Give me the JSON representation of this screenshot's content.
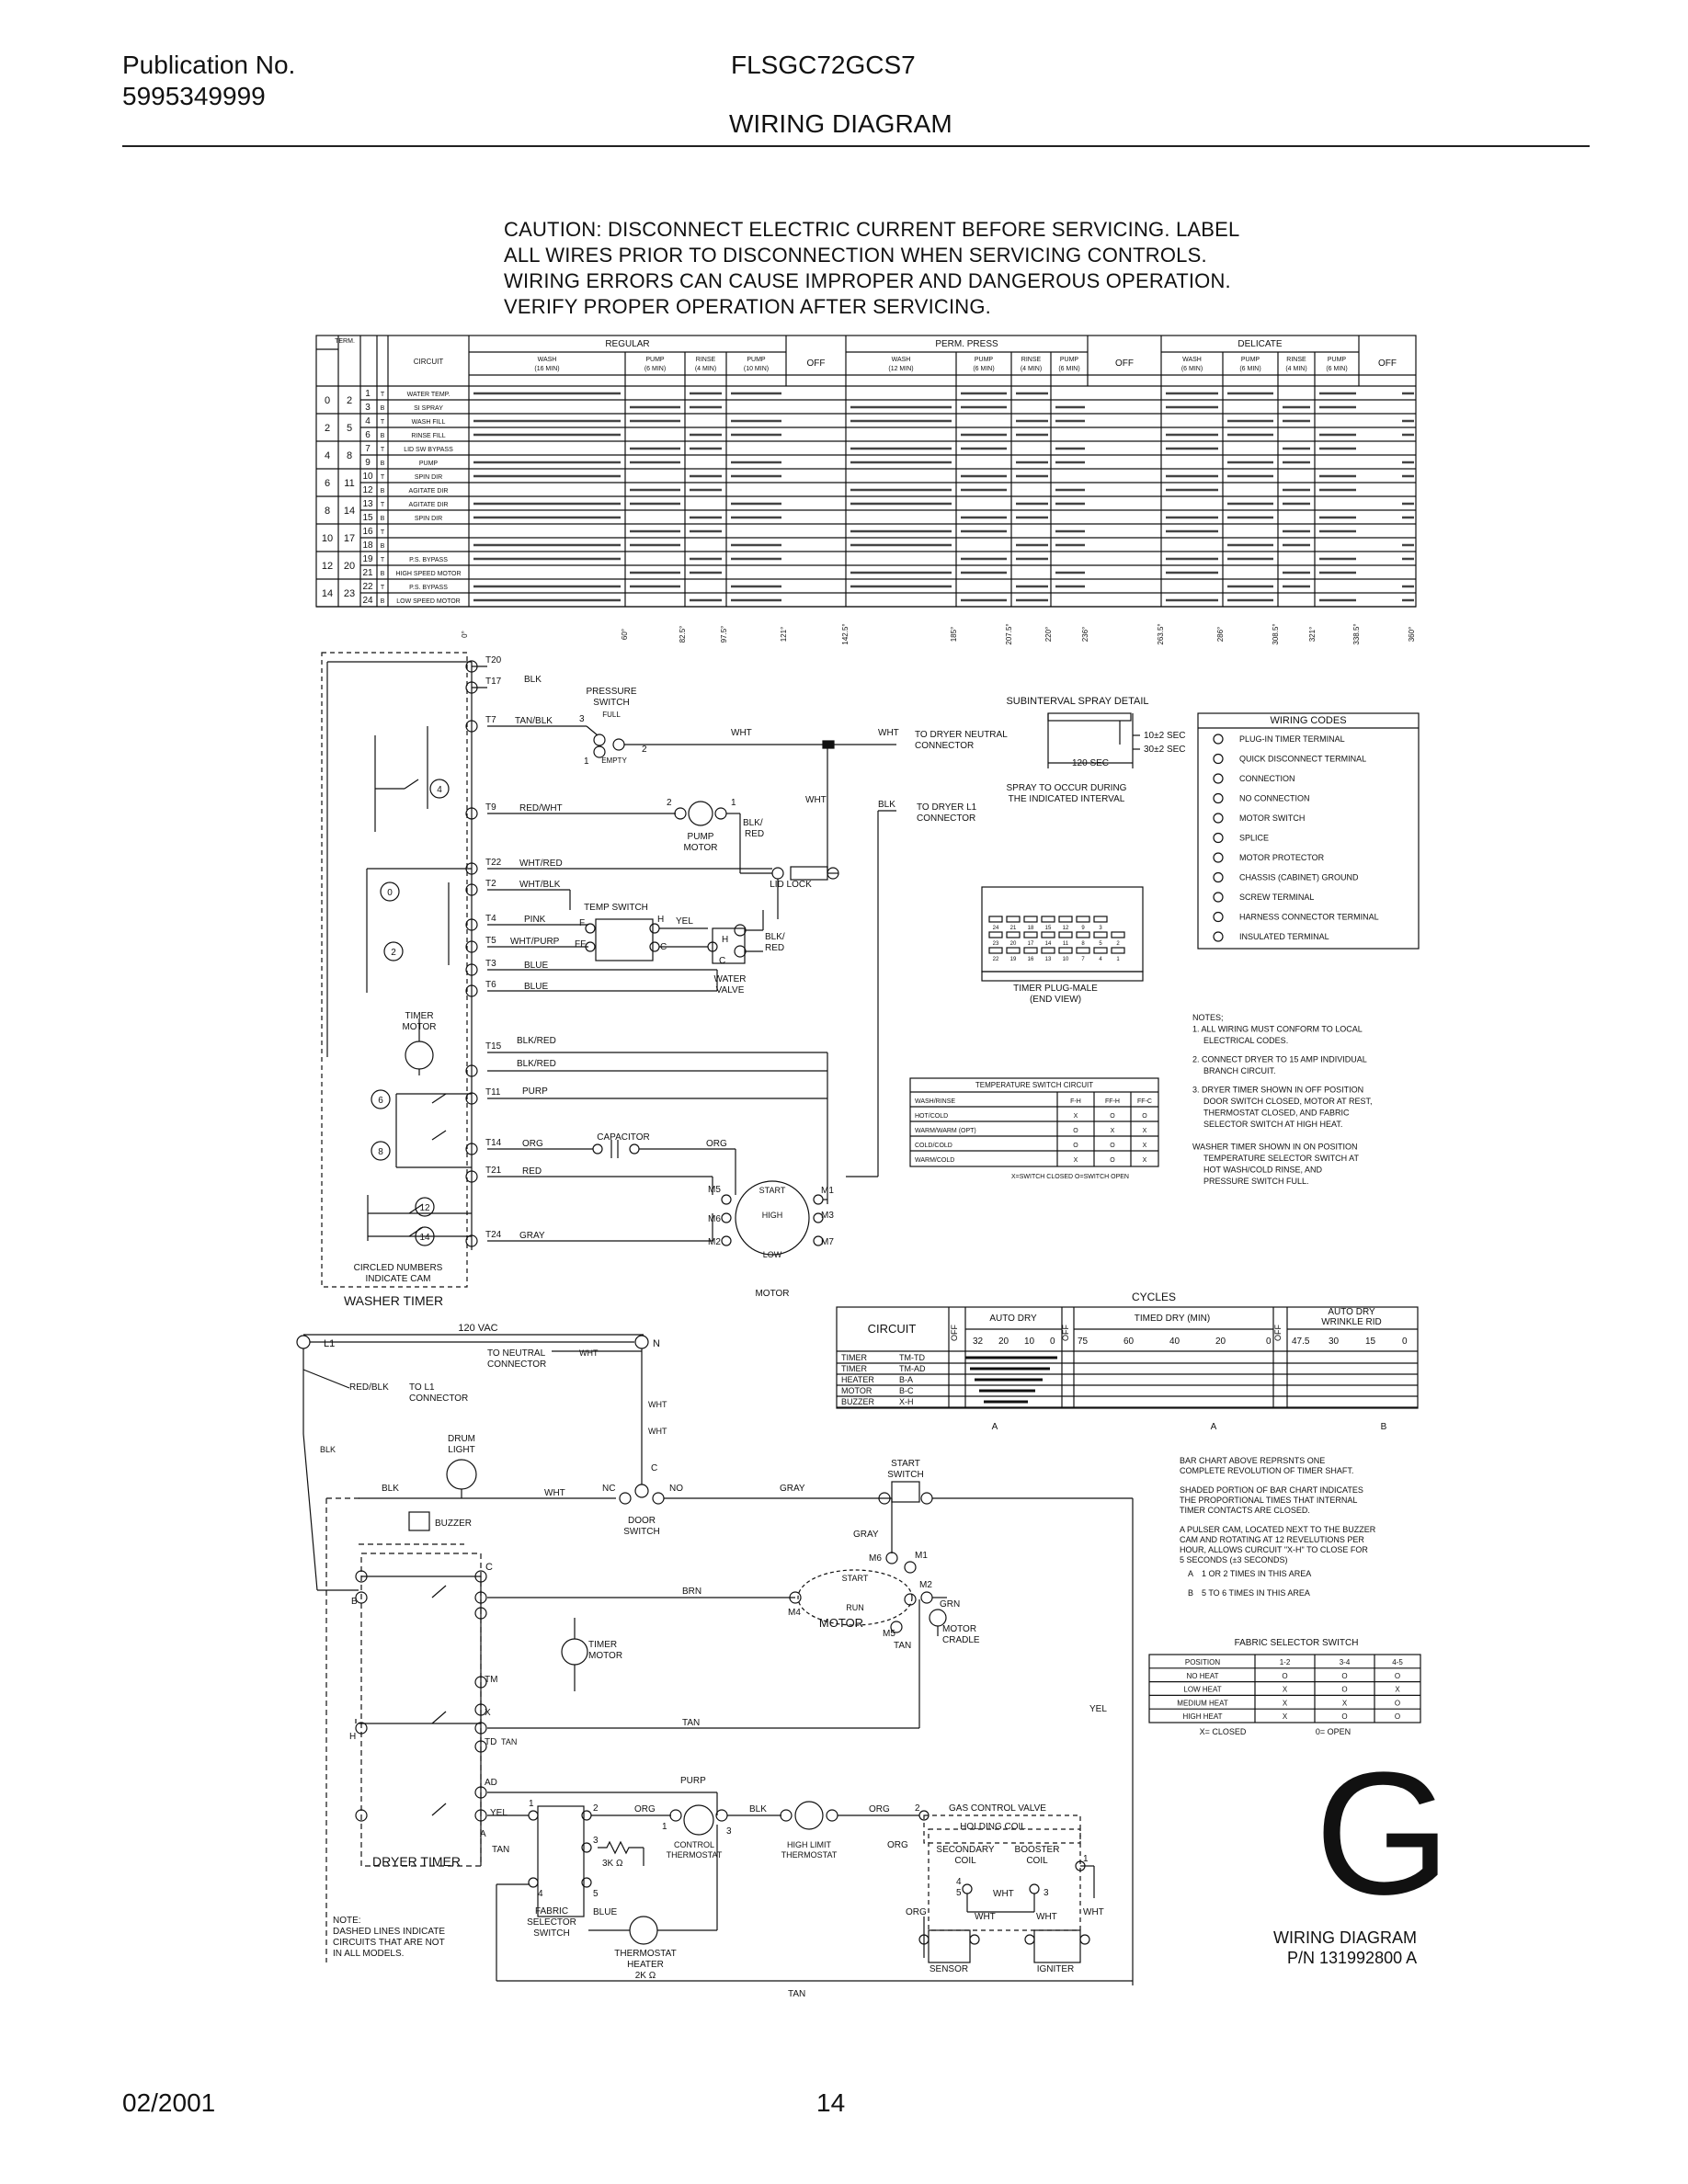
{
  "header": {
    "pub_label": "Publication No.",
    "pub_number": "5995349999",
    "model": "FLSGC72GCS7",
    "title": "WIRING DIAGRAM"
  },
  "caution": [
    "CAUTION: DISCONNECT ELECTRIC CURRENT BEFORE SERVICING. LABEL",
    "ALL WIRES PRIOR TO DISCONNECTION WHEN SERVICING CONTROLS.",
    "WIRING ERRORS CAN CAUSE IMPROPER AND DANGEROUS OPERATION.",
    "VERIFY PROPER OPERATION AFTER SERVICING."
  ],
  "washer_chart": {
    "col_term": "TERM.",
    "col_circuit": "CIRCUIT",
    "groups": [
      {
        "name": "REGULAR",
        "phases": [
          "WASH (16 MIN)",
          "PUMP (6 MIN)",
          "RINSE (4 MIN)",
          "PUMP (10 MIN)"
        ]
      },
      {
        "name": "OFF",
        "phases": []
      },
      {
        "name": "PERM. PRESS",
        "phases": [
          "WASH (12 MIN)",
          "PUMP (6 MIN)",
          "RINSE (4 MIN)",
          "PUMP (6 MIN)"
        ]
      },
      {
        "name": "OFF",
        "phases": []
      },
      {
        "name": "DELICATE",
        "phases": [
          "WASH (6 MIN)",
          "PUMP (6 MIN)",
          "RINSE (4 MIN)",
          "PUMP (6 MIN)"
        ]
      },
      {
        "name": "OFF",
        "phases": []
      }
    ],
    "rows": [
      {
        "cam": "0",
        "pair": "2",
        "t": "1",
        "c": "T",
        "circuit": "WATER TEMP."
      },
      {
        "cam": "",
        "pair": "",
        "t": "3",
        "c": "B",
        "circuit": "SI SPRAY"
      },
      {
        "cam": "2",
        "pair": "5",
        "t": "4",
        "c": "T",
        "circuit": "WASH FILL"
      },
      {
        "cam": "",
        "pair": "",
        "t": "6",
        "c": "B",
        "circuit": "RINSE FILL"
      },
      {
        "cam": "4",
        "pair": "8",
        "t": "7",
        "c": "T",
        "circuit": "LID SW BYPASS"
      },
      {
        "cam": "",
        "pair": "",
        "t": "9",
        "c": "B",
        "circuit": "PUMP"
      },
      {
        "cam": "6",
        "pair": "11",
        "t": "10",
        "c": "T",
        "circuit": "SPIN DIR"
      },
      {
        "cam": "",
        "pair": "",
        "t": "12",
        "c": "B",
        "circuit": "AGITATE DIR"
      },
      {
        "cam": "8",
        "pair": "14",
        "t": "13",
        "c": "T",
        "circuit": "AGITATE DIR"
      },
      {
        "cam": "",
        "pair": "",
        "t": "15",
        "c": "B",
        "circuit": "SPIN DIR"
      },
      {
        "cam": "10",
        "pair": "17",
        "t": "16",
        "c": "T",
        "circuit": ""
      },
      {
        "cam": "",
        "pair": "",
        "t": "18",
        "c": "B",
        "circuit": ""
      },
      {
        "cam": "12",
        "pair": "20",
        "t": "19",
        "c": "T",
        "circuit": "P.S. BYPASS"
      },
      {
        "cam": "",
        "pair": "",
        "t": "21",
        "c": "B",
        "circuit": "HIGH SPEED MOTOR"
      },
      {
        "cam": "14",
        "pair": "23",
        "t": "22",
        "c": "T",
        "circuit": "P.S. BYPASS"
      },
      {
        "cam": "",
        "pair": "",
        "t": "24",
        "c": "B",
        "circuit": "LOW SPEED MOTOR"
      }
    ],
    "degrees": [
      "0°",
      "60°",
      "82.5°",
      "97.5°",
      "121°",
      "142.5°",
      "185°",
      "207.5°",
      "220°",
      "236°",
      "263.5°",
      "286°",
      "308.5°",
      "321°",
      "338.5°",
      "360°"
    ]
  },
  "washer": {
    "terminals": [
      "T20",
      "T17",
      "T7",
      "T9",
      "T22",
      "T2",
      "T4",
      "T5",
      "T3",
      "T6",
      "T15",
      "T11",
      "T14",
      "T21",
      "T24"
    ],
    "wires": {
      "blk": "BLK",
      "tan_blk": "TAN/BLK",
      "red_wht": "RED/WHT",
      "wht_red": "WHT/RED",
      "wht_blk": "WHT/BLK",
      "pink": "PINK",
      "wht_purp": "WHT/PURP",
      "blue": "BLUE",
      "blk_red": "BLK/RED",
      "purp": "PURP",
      "org": "ORG",
      "red": "RED",
      "gray": "GRAY",
      "wht": "WHT",
      "yel": "YEL",
      "blk_red_split": "BLK/ RED"
    },
    "pressure_switch": "PRESSURE SWITCH",
    "full": "FULL",
    "empty": "EMPTY",
    "pump_motor": "PUMP MOTOR",
    "lid_lock": "LID LOCK",
    "temp_switch": "TEMP SWITCH",
    "water_valve": "WATER VALVE",
    "timer_motor": "TIMER MOTOR",
    "capacitor": "CAPACITOR",
    "start": "START",
    "high": "HIGH",
    "low": "LOW",
    "motor": "MOTOR",
    "to_dryer_neutral": "TO DRYER NEUTRAL CONNECTOR",
    "to_dryer_l1": "TO DRYER L1 CONNECTOR",
    "circled_note": "CIRCLED NUMBERS INDICATE CAM",
    "timer_label": "WASHER TIMER",
    "cams": [
      "4",
      "0",
      "2",
      "6",
      "8",
      "12",
      "14"
    ]
  },
  "subinterval": {
    "title": "SUBINTERVAL SPRAY DETAIL",
    "t1": "10±2 SEC",
    "t2": "30±2 SEC",
    "t3": "120 SEC",
    "note": "SPRAY TO OCCUR DURING THE INDICATED INTERVAL"
  },
  "timer_plug": {
    "label": "TIMER PLUG-MALE (END VIEW)",
    "row1": [
      "24",
      "21",
      "18",
      "15",
      "12",
      "9",
      "3"
    ],
    "row2": [
      "23",
      "20",
      "17",
      "14",
      "11",
      "8",
      "5",
      "2"
    ],
    "row3": [
      "22",
      "19",
      "16",
      "13",
      "10",
      "7",
      "4",
      "1"
    ]
  },
  "wiring_codes": {
    "title": "WIRING CODES",
    "items": [
      "PLUG-IN TIMER TERMINAL",
      "QUICK DISCONNECT TERMINAL",
      "CONNECTION",
      "NO CONNECTION",
      "MOTOR SWITCH",
      "SPLICE",
      "MOTOR PROTECTOR",
      "CHASSIS (CABINET) GROUND",
      "SCREW TERMINAL",
      "HARNESS CONNECTOR TERMINAL",
      "INSULATED TERMINAL"
    ]
  },
  "notes": [
    "NOTES;",
    "1. ALL WIRING MUST CONFORM TO LOCAL",
    "ELECTRICAL CODES.",
    "2. CONNECT DRYER TO 15 AMP INDIVIDUAL",
    "BRANCH CIRCUIT.",
    "3. DRYER TIMER  SHOWN IN OFF POSITION",
    "DOOR SWITCH CLOSED, MOTOR AT REST,",
    "THERMOSTAT CLOSED, AND FABRIC",
    "SELECTOR SWITCH AT HIGH HEAT.",
    "WASHER TIMER SHOWN IN ON POSITION",
    "TEMPERATURE SELECTOR SWITCH AT",
    "HOT WASH/COLD RINSE, AND",
    "PRESSURE SWITCH FULL."
  ],
  "temp_switch_table": {
    "title": "TEMPERATURE SWITCH CIRCUIT",
    "headers": [
      "WASH/RINSE",
      "F-H",
      "FF-H",
      "FF-C"
    ],
    "rows": [
      [
        "HOT/COLD",
        "X",
        "O",
        "O"
      ],
      [
        "WARM/WARM (OPT)",
        "O",
        "X",
        "X"
      ],
      [
        "COLD/COLD",
        "O",
        "O",
        "X"
      ],
      [
        "WARM/COLD",
        "X",
        "O",
        "X"
      ]
    ],
    "legend": "X=SWITCH CLOSED    O=SWITCH OPEN"
  },
  "dryer_chart": {
    "cycles": "CYCLES",
    "circuit": "CIRCUIT",
    "off": "OFF",
    "auto_dry": "AUTO DRY",
    "timed_dry": "TIMED DRY (MIN)",
    "auto_dry_wr": "AUTO DRY WRINKLE RID",
    "scale_auto": [
      "32",
      "20",
      "10",
      "0"
    ],
    "scale_timed": [
      "75",
      "60",
      "40",
      "20",
      "0"
    ],
    "scale_wr": [
      "47.5",
      "30",
      "15",
      "0"
    ],
    "rows": [
      [
        "TIMER",
        "TM-TD"
      ],
      [
        "TIMER",
        "TM-AD"
      ],
      [
        "HEATER",
        "B-A"
      ],
      [
        "MOTOR",
        "B-C"
      ],
      [
        "BUZZER",
        "X-H"
      ]
    ],
    "markA": "A",
    "markB": "B"
  },
  "bar_notes": [
    "BAR CHART ABOVE REPRSNTS ONE",
    "COMPLETE REVOLUTION OF TIMER SHAFT.",
    "SHADED PORTION OF BAR CHART INDICATES",
    "THE PROPORTIONAL TIMES THAT INTERNAL",
    "TIMER CONTACTS ARE CLOSED.",
    "A PULSER CAM, LOCATED NEXT TO THE BUZZER",
    "CAM AND ROTATING AT 12 REVELUTIONS PER",
    "HOUR, ALLOWS CURCUIT \"X-H\" TO CLOSE FOR",
    "5 SECONDS (±3 SECONDS)"
  ],
  "pulse_legend": [
    "1 OR 2 TIMES IN THIS AREA",
    "5 TO 6 TIMES IN THIS AREA"
  ],
  "fabric_table": {
    "title": "FABRIC SELECTOR SWITCH",
    "headers": [
      "POSITION",
      "1-2",
      "3-4",
      "4-5"
    ],
    "rows": [
      [
        "NO HEAT",
        "O",
        "O",
        "O"
      ],
      [
        "LOW HEAT",
        "X",
        "O",
        "X"
      ],
      [
        "MEDIUM HEAT",
        "X",
        "X",
        "O"
      ],
      [
        "HIGH HEAT",
        "X",
        "O",
        "O"
      ]
    ],
    "legend_x": "X= CLOSED",
    "legend_o": "0= OPEN"
  },
  "dryer": {
    "vac": "120 VAC",
    "l1": "L1",
    "n": "N",
    "to_neutral": "TO NEUTRAL CONNECTOR",
    "to_l1": "TO L1 CONNECTOR",
    "red_blk": "RED/BLK",
    "drum_light": "DRUM LIGHT",
    "buzzer": "BUZZER",
    "door_switch": "DOOR SWITCH",
    "nc": "NC",
    "no": "NO",
    "c": "C",
    "start_switch": "START SWITCH",
    "motor": "MOTOR",
    "start": "START",
    "run": "RUN",
    "motor_cradle": "MOTOR CRADLE",
    "timer_motor": "TIMER MOTOR",
    "dryer_timer": "DRYER TIMER",
    "control_thermostat": "CONTROL THERMOSTAT",
    "high_limit": "HIGH LIMIT THERMOSTAT",
    "gas_valve": "GAS CONTROL VALVE",
    "holding_coil": "HOLDING COIL",
    "secondary_coil": "SECONDARY COIL",
    "booster_coil": "BOOSTER COIL",
    "fabric_switch": "FABRIC SELECTOR SWITCH",
    "thermostat_heater": "THERMOSTAT HEATER",
    "two_k": "2K Ω",
    "three_k": "3K Ω",
    "sensor": "SENSOR",
    "igniter": "IGNITER",
    "note": [
      "NOTE:",
      "DASHED LINES INDICATE",
      "CIRCUITS THAT ARE NOT",
      "IN ALL MODELS."
    ],
    "w": {
      "blk": "BLK",
      "wht": "WHT",
      "gray": "GRAY",
      "brn": "BRN",
      "grn": "GRN",
      "tan": "TAN",
      "yel": "YEL",
      "purp": "PURP",
      "org": "ORG",
      "blue": "BLUE"
    },
    "t": {
      "b": "B",
      "c": "C",
      "h": "H",
      "tm": "TM",
      "x": "X",
      "td": "TD",
      "ad": "AD",
      "a": "A",
      "m1": "M1",
      "m2": "M2",
      "m4": "M4",
      "m5": "M5",
      "m6": "M6"
    }
  },
  "big_letter": "G",
  "diagram_id": {
    "label": "WIRING DIAGRAM",
    "pn": "P/N 131992800 A"
  },
  "footer": {
    "date": "02/2001",
    "page": "14"
  }
}
